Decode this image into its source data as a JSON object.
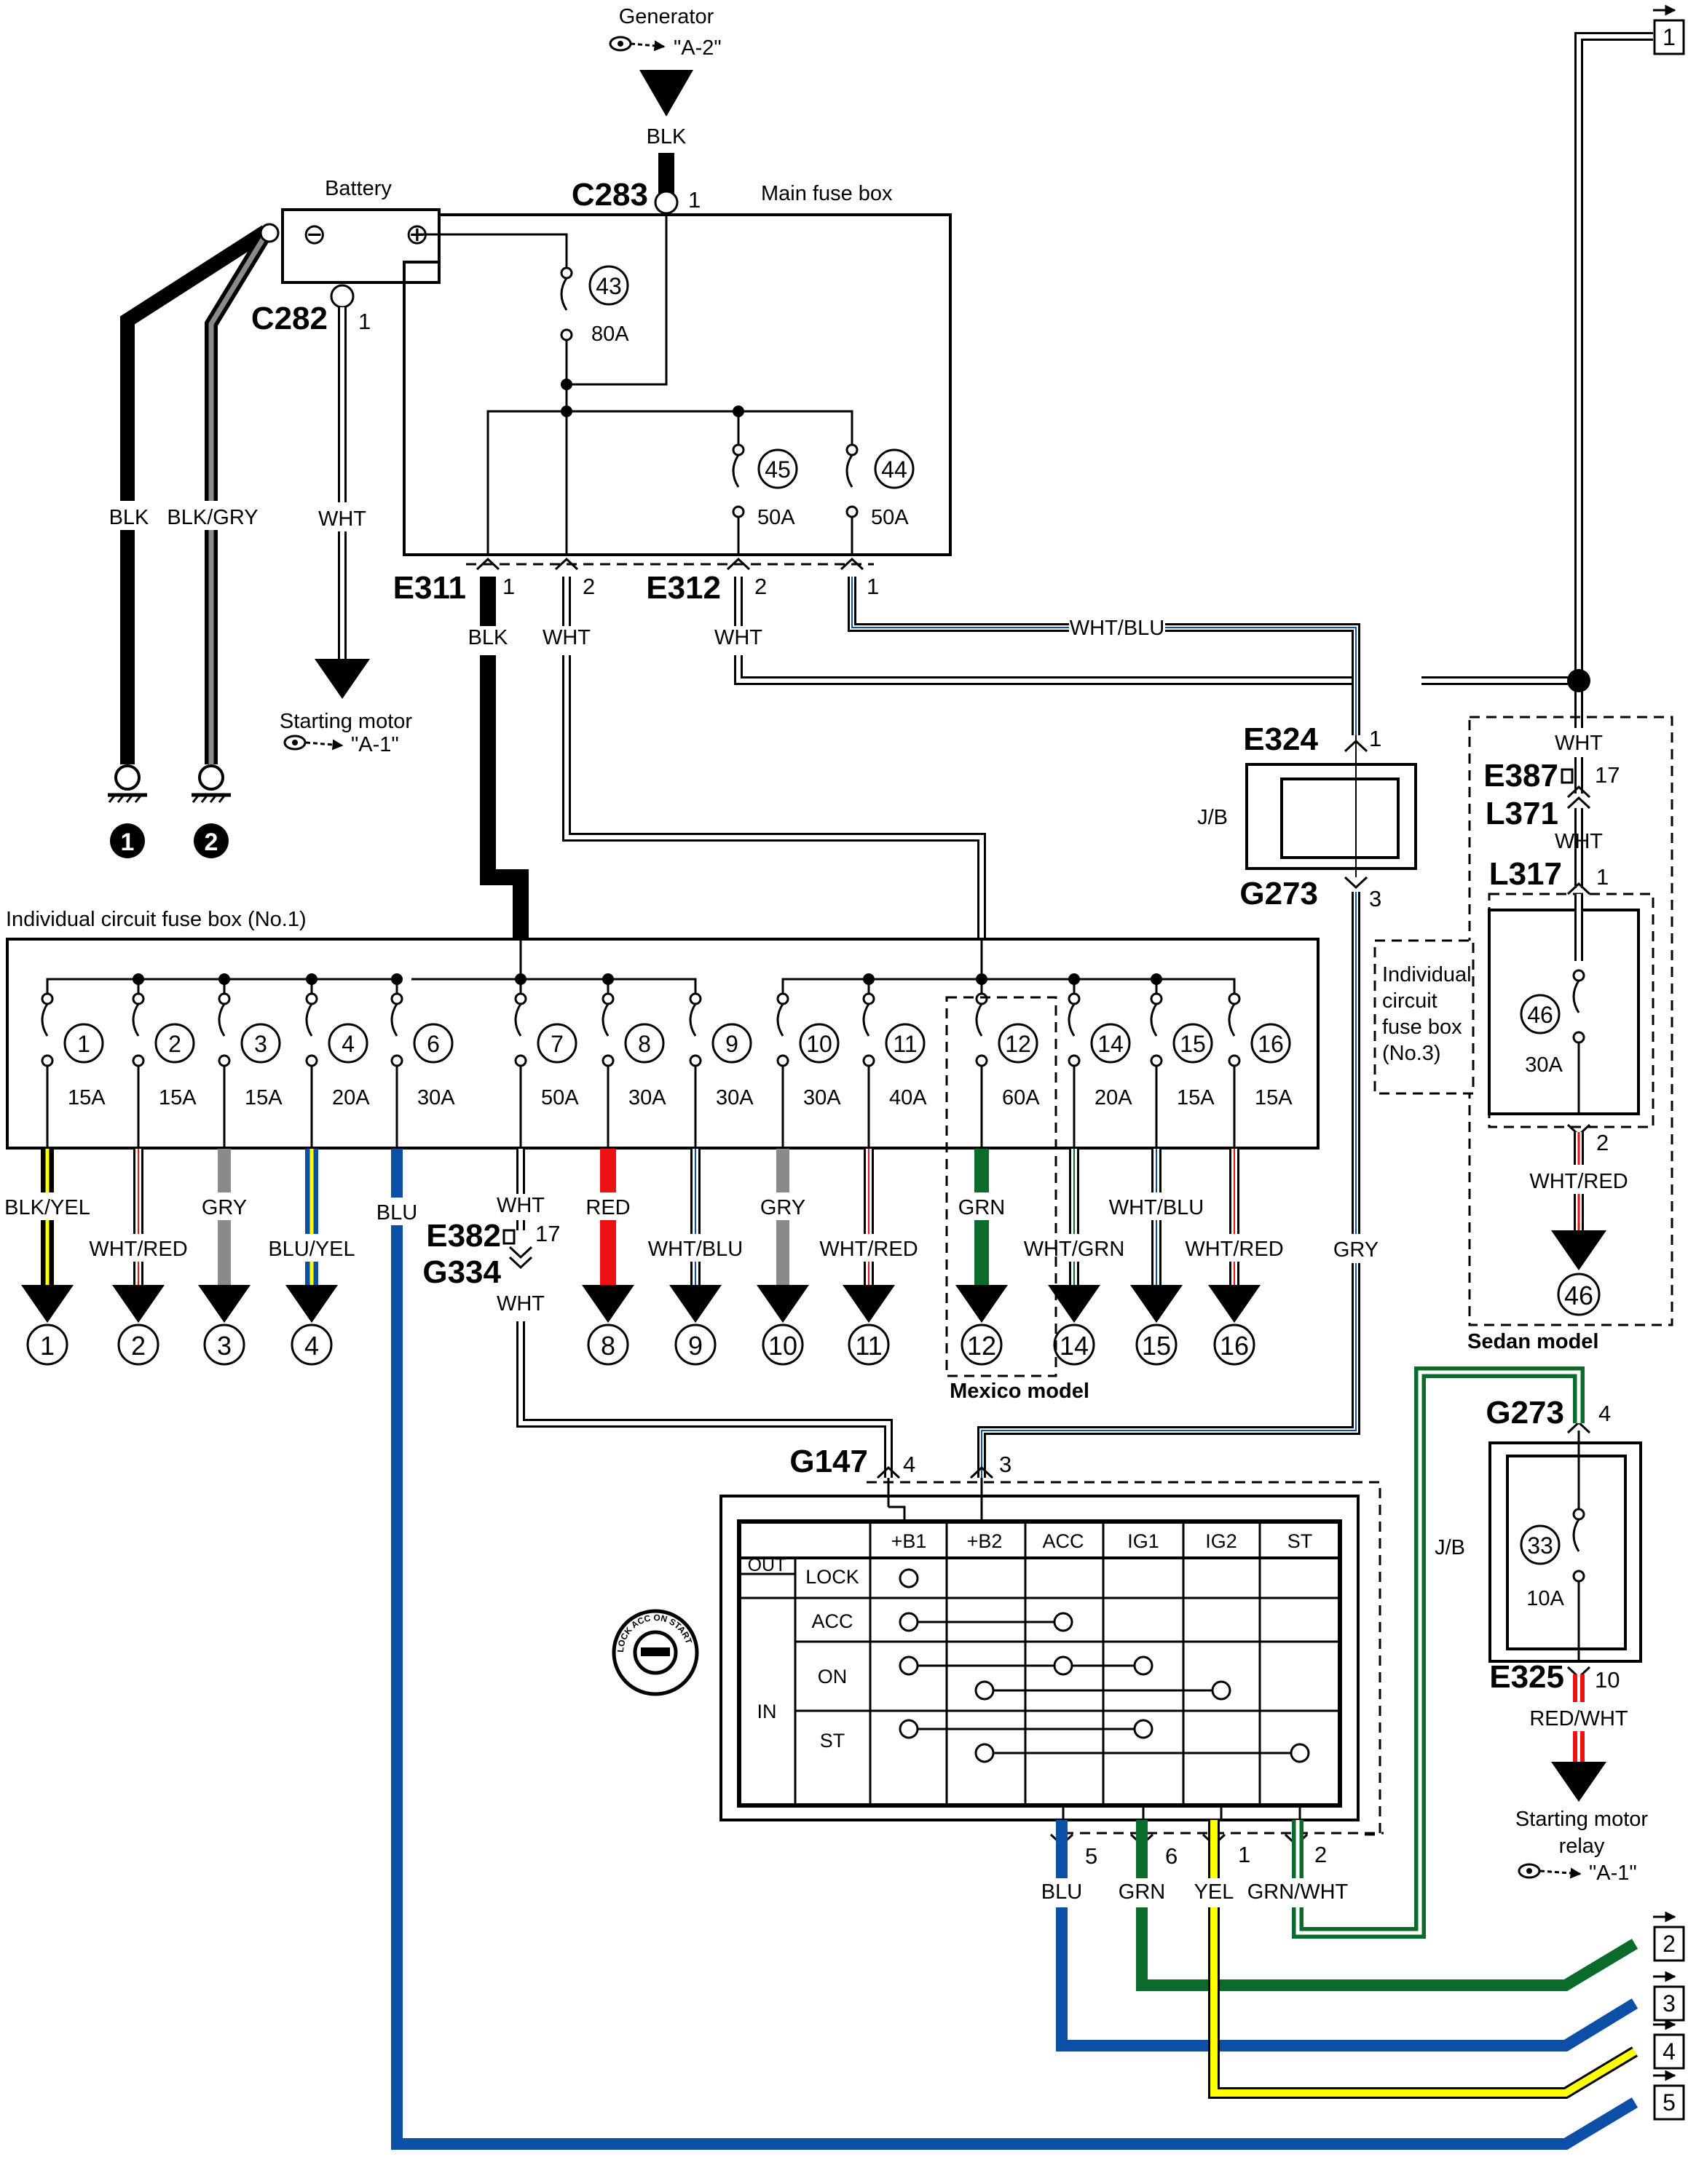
{
  "generator": {
    "title": "Generator",
    "ref": "\"A-2\"",
    "wire": "BLK",
    "connector": "C283",
    "pin": "1"
  },
  "battery": {
    "title": "Battery",
    "connector": "C282",
    "pin": "1",
    "minus": "⊖",
    "plus": "⊕"
  },
  "main_fuse_box": {
    "title": "Main fuse box",
    "fuses": [
      {
        "num": "43",
        "rating": "80A"
      },
      {
        "num": "45",
        "rating": "50A"
      },
      {
        "num": "44",
        "rating": "50A"
      }
    ]
  },
  "ground_wires": [
    {
      "label": "BLK",
      "ground": "1"
    },
    {
      "label": "BLK/GRY",
      "ground": "2"
    }
  ],
  "starting_motor": {
    "wire": "WHT",
    "title": "Starting motor",
    "ref": "\"A-1\""
  },
  "connectors": {
    "e311": {
      "name": "E311",
      "pin1": "1",
      "pin2": "2",
      "wire1": "BLK",
      "wire2": "WHT"
    },
    "e312": {
      "name": "E312",
      "pin1": "2",
      "pin2": "1",
      "wire1": "WHT",
      "wire2": "WHT/BLU"
    },
    "e324": {
      "name": "E324",
      "pin": "1"
    },
    "g273a": {
      "name": "G273",
      "pin": "3"
    },
    "e387": {
      "name": "E387",
      "pin": "17",
      "wire_top": "WHT"
    },
    "l371": {
      "name": "L371",
      "wire": "WHT"
    },
    "l317": {
      "name": "L317",
      "pin": "1"
    },
    "e382": {
      "name": "E382",
      "pin": "17",
      "wire_top": "WHT"
    },
    "g334": {
      "name": "G334",
      "wire": "WHT"
    },
    "g147": {
      "name": "G147",
      "pin4": "4",
      "pin3": "3"
    },
    "g273b": {
      "name": "G273",
      "pin": "4"
    },
    "e325": {
      "name": "E325",
      "pin": "10",
      "wire": "RED/WHT"
    }
  },
  "jb_label": "J/B",
  "fuse_box_1": {
    "title": "Individual circuit fuse box (No.1)",
    "fuses": [
      {
        "num": "1",
        "rating": "15A",
        "wire": "BLK/YEL",
        "out": "1"
      },
      {
        "num": "2",
        "rating": "15A",
        "wire": "WHT/RED",
        "out": "2"
      },
      {
        "num": "3",
        "rating": "15A",
        "wire": "GRY",
        "out": "3"
      },
      {
        "num": "4",
        "rating": "20A",
        "wire": "BLU/YEL",
        "out": "4"
      },
      {
        "num": "6",
        "rating": "30A",
        "wire": "BLU",
        "out": ""
      },
      {
        "num": "7",
        "rating": "50A",
        "wire": "WHT",
        "out": ""
      },
      {
        "num": "8",
        "rating": "30A",
        "wire": "RED",
        "out": "8"
      },
      {
        "num": "9",
        "rating": "30A",
        "wire": "WHT/BLU",
        "out": "9"
      },
      {
        "num": "10",
        "rating": "30A",
        "wire": "GRY",
        "out": "10"
      },
      {
        "num": "11",
        "rating": "40A",
        "wire": "WHT/RED",
        "out": "11"
      },
      {
        "num": "12",
        "rating": "60A",
        "wire": "GRN",
        "out": "12"
      },
      {
        "num": "14",
        "rating": "20A",
        "wire": "WHT/GRN",
        "out": "14"
      },
      {
        "num": "15",
        "rating": "15A",
        "wire": "WHT/BLU",
        "out": "15"
      },
      {
        "num": "16",
        "rating": "15A",
        "wire": "WHT/RED",
        "out": "16"
      }
    ],
    "mexico": "Mexico model"
  },
  "fuse_box_3": {
    "title_lines": [
      "Individual",
      "circuit",
      "fuse box",
      "(No.3)"
    ],
    "fuse": {
      "num": "46",
      "rating": "30A"
    },
    "pin": "2",
    "wire": "WHT/RED",
    "out": "46",
    "sedan": "Sedan model"
  },
  "wht_blu_label": "WHT/BLU",
  "jb2": {
    "fuse": {
      "num": "33",
      "rating": "10A"
    }
  },
  "starter_relay": {
    "lines": [
      "Starting motor",
      "relay"
    ],
    "ref": "\"A-1\""
  },
  "ignition": {
    "columns": [
      "+B1",
      "+B2",
      "ACC",
      "IG1",
      "IG2",
      "ST"
    ],
    "out_label": "OUT",
    "in_label": "IN",
    "rows": [
      "LOCK",
      "ACC",
      "ON",
      "ST"
    ],
    "key_text": "LOCK ACC ON START",
    "pins": [
      {
        "pin": "5",
        "wire": "BLU"
      },
      {
        "pin": "6",
        "wire": "GRN"
      },
      {
        "pin": "1",
        "wire": "YEL"
      },
      {
        "pin": "2",
        "wire": "GRN/WHT"
      }
    ]
  },
  "page_refs": [
    "1",
    "2",
    "3",
    "4",
    "5"
  ],
  "colors": {
    "blue": "#0d4ea6",
    "green": "#0a6b2a",
    "yellow": "#ffff00",
    "red": "#ee1111",
    "grey": "#8a8a88",
    "black": "#000000"
  }
}
